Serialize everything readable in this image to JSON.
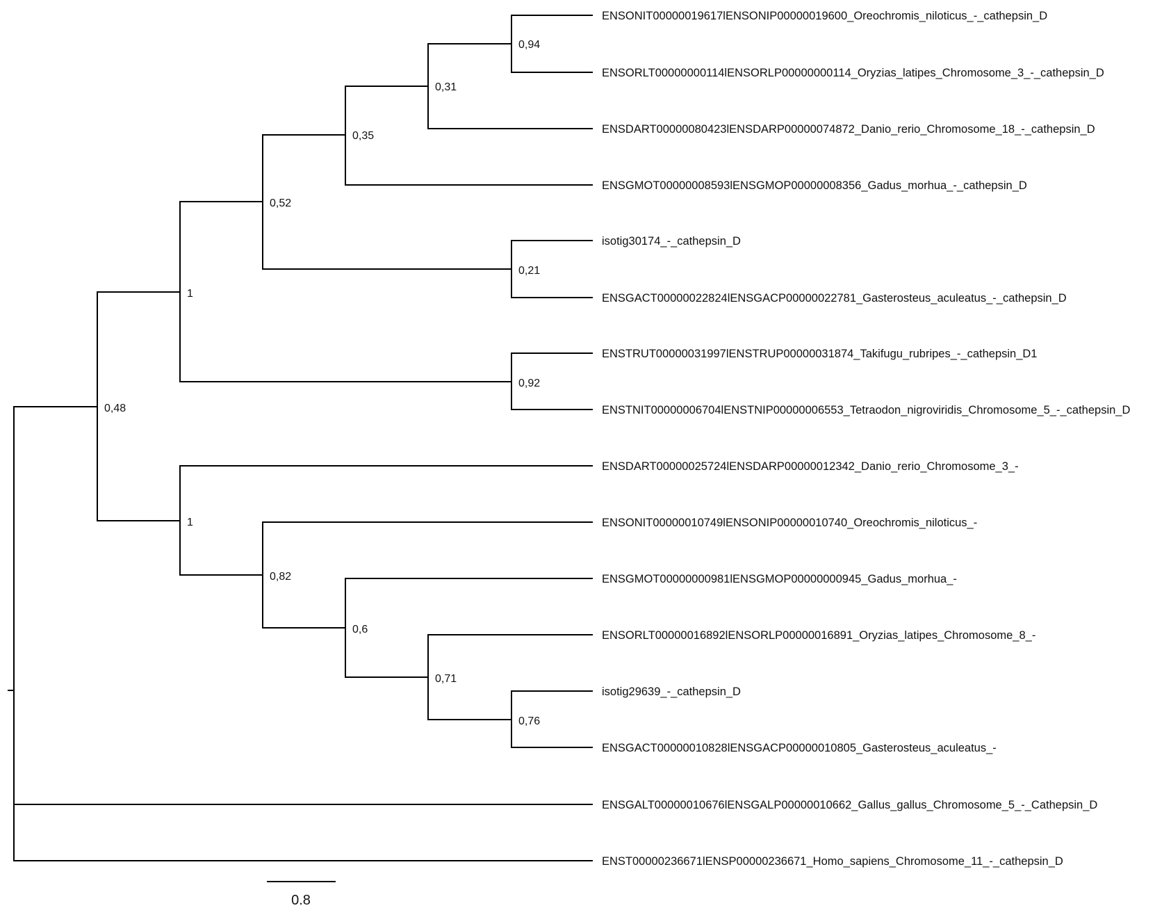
{
  "tree": {
    "leaves": [
      "ENSONIT00000019617lENSONIP00000019600_Oreochromis_niloticus_-_cathepsin_D",
      "ENSORLT00000000114lENSORLP00000000114_Oryzias_latipes_Chromosome_3_-_cathepsin_D",
      "ENSDART00000080423lENSDARP00000074872_Danio_rerio_Chromosome_18_-_cathepsin_D",
      "ENSGMOT00000008593lENSGMOP00000008356_Gadus_morhua_-_cathepsin_D",
      "isotig30174_-_cathepsin_D",
      "ENSGACT00000022824lENSGACP00000022781_Gasterosteus_aculeatus_-_cathepsin_D",
      "ENSTRUT00000031997lENSTRUP00000031874_Takifugu_rubripes_-_cathepsin_D1",
      "ENSTNIT00000006704lENSTNIP00000006553_Tetraodon_nigroviridis_Chromosome_5_-_cathepsin_D",
      "ENSDART00000025724lENSDARP00000012342_Danio_rerio_Chromosome_3_-",
      "ENSONIT00000010749lENSONIP00000010740_Oreochromis_niloticus_-",
      "ENSGMOT00000000981lENSGMOP00000000945_Gadus_morhua_-",
      "ENSORLT00000016892lENSORLP00000016891_Oryzias_latipes_Chromosome_8_-",
      "isotig29639_-_cathepsin_D",
      "ENSGACT00000010828lENSGACP00000010805_Gasterosteus_aculeatus_-",
      "ENSGALT00000010676lENSGALP00000010662_Gallus_gallus_Chromosome_5_-_Cathepsin_D",
      "ENST00000236671lENSP00000236671_Homo_sapiens_Chromosome_11_-_cathepsin_D"
    ],
    "support_values": [
      "0,94",
      "0,31",
      "0,35",
      "0,52",
      "0,21",
      "1",
      "0,92",
      "0,48",
      "1",
      "0,82",
      "0,6",
      "0,71",
      "0,76"
    ],
    "scale_bar": {
      "label": "0.8",
      "length": 0.8
    },
    "line_color": "#000000",
    "text_color": "#111111"
  }
}
